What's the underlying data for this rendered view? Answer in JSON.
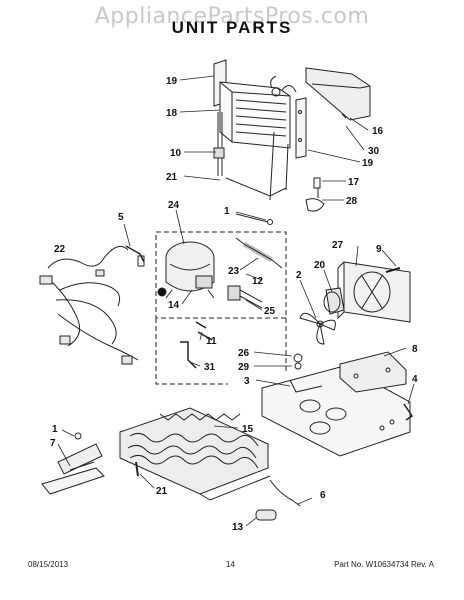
{
  "watermark": "AppliancePartsPros.com",
  "title": "UNIT PARTS",
  "callouts": {
    "p19a": "19",
    "p18": "18",
    "p10": "10",
    "p21a": "21",
    "p16": "16",
    "p30": "30",
    "p19b": "19",
    "p17": "17",
    "p28": "28",
    "p1a": "1",
    "p24": "24",
    "p5": "5",
    "p22": "22",
    "p23": "23",
    "p12": "12",
    "p14": "14",
    "p25": "25",
    "p27": "27",
    "p9": "9",
    "p2": "2",
    "p20": "20",
    "p11": "11",
    "p31": "31",
    "p26": "26",
    "p29": "29",
    "p3": "3",
    "p8": "8",
    "p4": "4",
    "p1b": "1",
    "p7": "7",
    "p15": "15",
    "p21b": "21",
    "p6": "6",
    "p13": "13"
  },
  "footer": {
    "date": "08/15/2013",
    "page": "14",
    "part": "Part No.  W10634734  Rev. A"
  }
}
